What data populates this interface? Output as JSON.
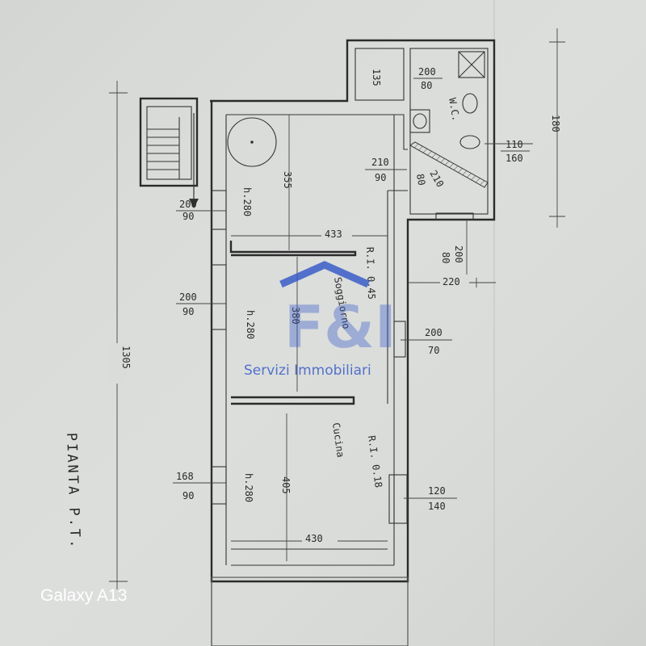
{
  "plan": {
    "title": "PIANTA P.T.",
    "overall_height": "1305",
    "bath_height": "180",
    "rooms": {
      "storage": {
        "w": "135",
        "dims": [
          "200",
          "80"
        ]
      },
      "wc": {
        "name": "W.C.",
        "window": [
          "110",
          "160"
        ]
      },
      "bedroom": {
        "depth": "355",
        "height": "h.280",
        "width": "433",
        "door": [
          "210",
          "90"
        ],
        "window": [
          "200",
          "90"
        ],
        "diag": "210",
        "diag2": "80"
      },
      "living": {
        "name": "Soggiorno",
        "ri": "R.I. 0.45",
        "depth": "380",
        "height": "h.280",
        "width": "220",
        "window_left": [
          "200",
          "90"
        ],
        "window_right": [
          "200",
          "70"
        ],
        "corridor": [
          "200",
          "80"
        ]
      },
      "kitchen": {
        "name": "Cucina",
        "ri": "R.I. 0.18",
        "depth": "405",
        "height": "h.280",
        "width": "430",
        "window_left": [
          "168",
          "90"
        ],
        "window_right": [
          "120",
          "140"
        ]
      }
    }
  },
  "logo": {
    "mark": "F&I",
    "tagline": "Servizi Immobiliari",
    "color": "#3a5ec9"
  },
  "camera_watermark": "Galaxy A13"
}
